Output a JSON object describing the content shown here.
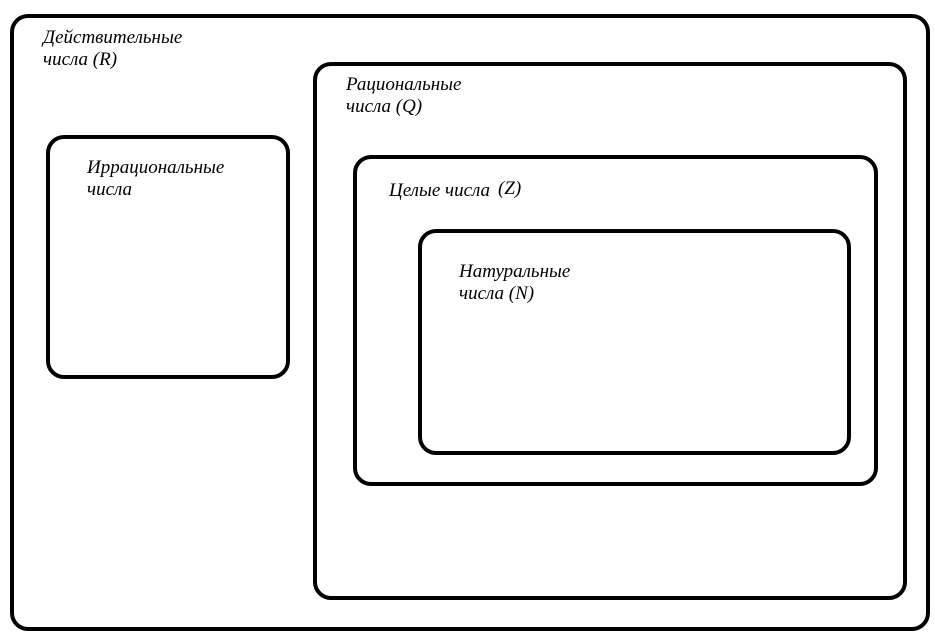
{
  "sets": {
    "real": {
      "line1": "Действительные",
      "line2": "числа (R)"
    },
    "irrational": {
      "line1": "Иррациональные",
      "line2": "числа"
    },
    "rational": {
      "line1": "Рациональные",
      "line2": "числа (Q)"
    },
    "integer": {
      "name": "Целые числа",
      "symbol": "(Z)"
    },
    "natural": {
      "line1": "Натуральные",
      "line2": "числа (N)"
    }
  },
  "colors": {
    "border": "#000000",
    "text": "#000000",
    "background": "#ffffff"
  }
}
